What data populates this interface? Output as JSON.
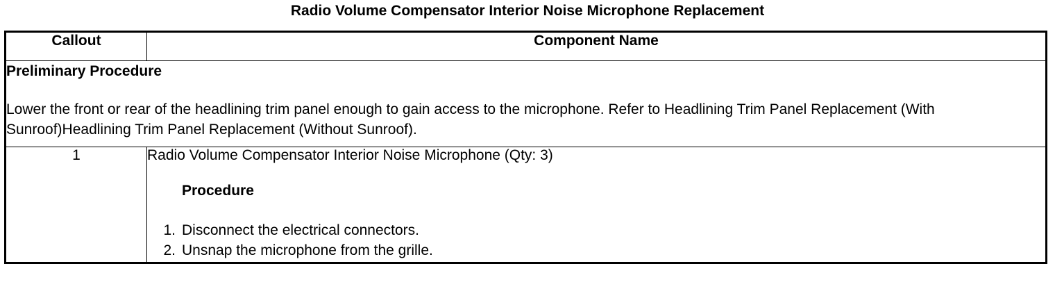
{
  "title": "Radio Volume Compensator Interior Noise Microphone Replacement",
  "table": {
    "headers": {
      "callout": "Callout",
      "component_name": "Component Name"
    },
    "preliminary": {
      "heading": "Preliminary Procedure",
      "text": "Lower the front or rear of the headlining trim panel enough to gain access to the microphone. Refer to Headlining Trim Panel Replacement (With Sunroof)Headlining Trim Panel Replacement (Without Sunroof)."
    },
    "rows": [
      {
        "callout": "1",
        "component": "Radio Volume Compensator Interior Noise Microphone (Qty: 3)",
        "procedure_heading": "Procedure",
        "steps": [
          {
            "num": "1.",
            "text": "Disconnect the electrical connectors."
          },
          {
            "num": "2.",
            "text": "Unsnap the microphone from the grille."
          }
        ]
      }
    ]
  }
}
